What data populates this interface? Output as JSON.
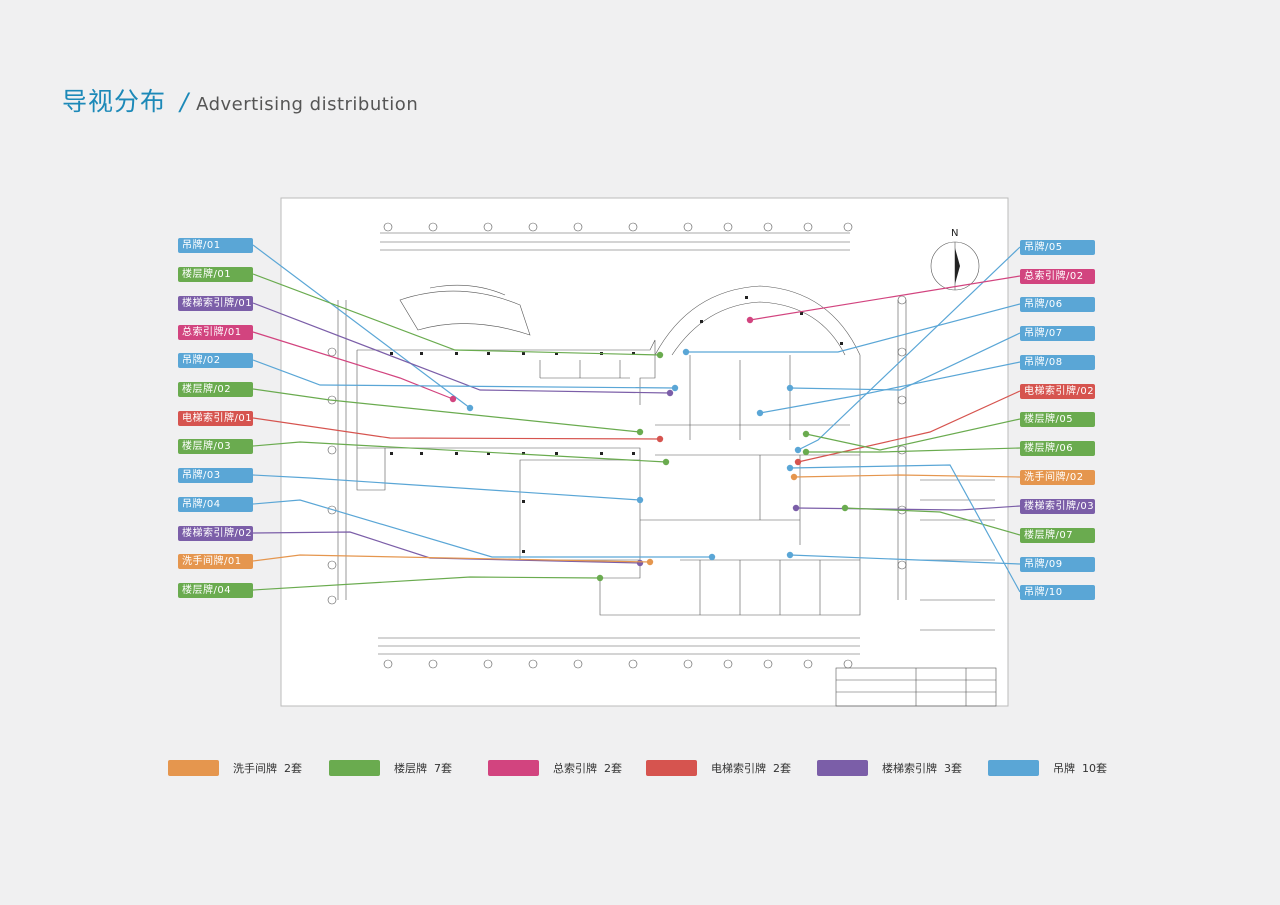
{
  "header": {
    "title_cn": "导视分布",
    "separator": "/",
    "title_en": "Advertising distribution"
  },
  "colors": {
    "hang": "#5aa6d6",
    "floor": "#6aab4f",
    "stair": "#7b5ea8",
    "general": "#d2447f",
    "elevator": "#d6544f",
    "washroom": "#e5964e"
  },
  "left_tags": [
    {
      "label": "吊牌/01",
      "type": "hang"
    },
    {
      "label": "楼层牌/01",
      "type": "floor"
    },
    {
      "label": "楼梯索引牌/01",
      "type": "stair"
    },
    {
      "label": "总索引牌/01",
      "type": "general"
    },
    {
      "label": "吊牌/02",
      "type": "hang"
    },
    {
      "label": "楼层牌/02",
      "type": "floor"
    },
    {
      "label": "电梯索引牌/01",
      "type": "elevator"
    },
    {
      "label": "楼层牌/03",
      "type": "floor"
    },
    {
      "label": "吊牌/03",
      "type": "hang"
    },
    {
      "label": "吊牌/04",
      "type": "hang"
    },
    {
      "label": "楼梯索引牌/02",
      "type": "stair"
    },
    {
      "label": "洗手间牌/01",
      "type": "washroom"
    },
    {
      "label": "楼层牌/04",
      "type": "floor"
    }
  ],
  "right_tags": [
    {
      "label": "吊牌/05",
      "type": "hang"
    },
    {
      "label": "总索引牌/02",
      "type": "general"
    },
    {
      "label": "吊牌/06",
      "type": "hang"
    },
    {
      "label": "吊牌/07",
      "type": "hang"
    },
    {
      "label": "吊牌/08",
      "type": "hang"
    },
    {
      "label": "电梯索引牌/02",
      "type": "elevator"
    },
    {
      "label": "楼层牌/05",
      "type": "floor"
    },
    {
      "label": "楼层牌/06",
      "type": "floor"
    },
    {
      "label": "洗手间牌/02",
      "type": "washroom"
    },
    {
      "label": "楼梯索引牌/03",
      "type": "stair"
    },
    {
      "label": "楼层牌/07",
      "type": "floor"
    },
    {
      "label": "吊牌/09",
      "type": "hang"
    },
    {
      "label": "吊牌/10",
      "type": "hang"
    }
  ],
  "legend": [
    {
      "label": "洗手间牌  2套",
      "type": "washroom"
    },
    {
      "label": "楼层牌  7套",
      "type": "floor"
    },
    {
      "label": "总索引牌  2套",
      "type": "general"
    },
    {
      "label": "电梯索引牌  2套",
      "type": "elevator"
    },
    {
      "label": "楼梯索引牌  3套",
      "type": "stair"
    },
    {
      "label": "吊牌  10套",
      "type": "hang"
    }
  ],
  "plan": {
    "north_label": "N"
  }
}
